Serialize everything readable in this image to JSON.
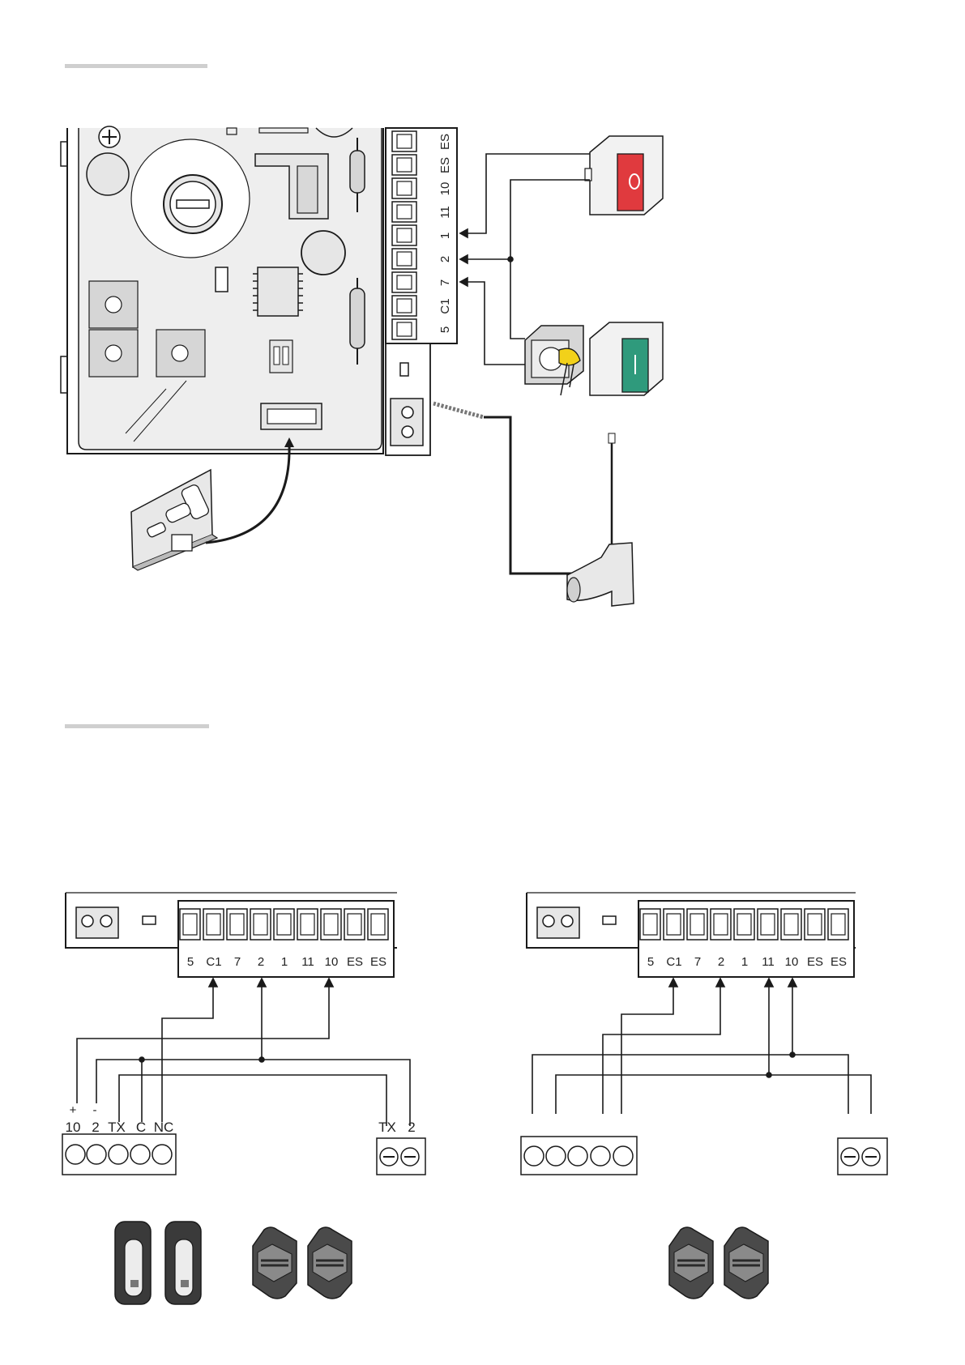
{
  "top_terminal_labels": [
    "ES",
    "ES",
    "10",
    "11",
    "1",
    "2",
    "7",
    "C1",
    "5"
  ],
  "bottom_left": {
    "terminal_labels": [
      "5",
      "C1",
      "7",
      "2",
      "1",
      "11",
      "10",
      "ES",
      "ES"
    ],
    "rx_polarity": [
      "+",
      "-"
    ],
    "rx_labels": [
      "10",
      "2",
      "TX",
      "C",
      "NC"
    ],
    "tx_labels": [
      "TX",
      "2"
    ]
  },
  "bottom_right": {
    "terminal_labels": [
      "5",
      "C1",
      "7",
      "2",
      "1",
      "11",
      "10",
      "ES",
      "ES"
    ]
  },
  "colors": {
    "stop_button": "#e03a3e",
    "start_button": "#2f9a7c",
    "key": "#f2d11a",
    "board_fill": "#eeeeee",
    "line": "#1a1a1a",
    "separator": "#cfcfcf"
  }
}
